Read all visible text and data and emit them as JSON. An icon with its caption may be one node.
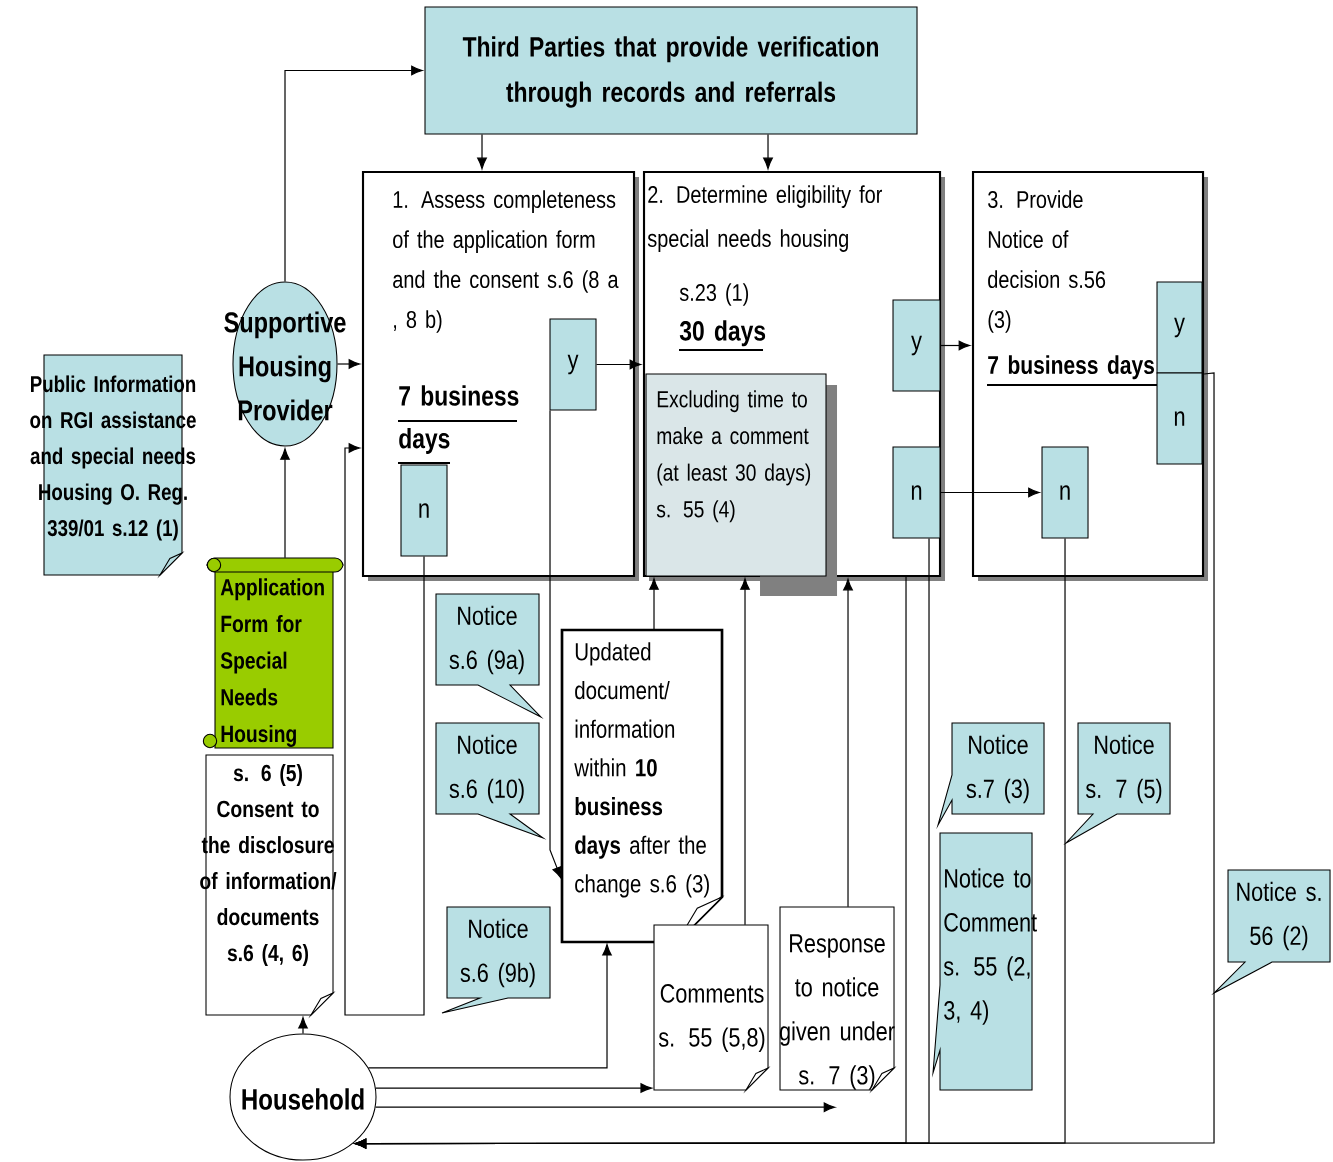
{
  "diagram": {
    "nodes": [
      {
        "text": [
          "Third Parties that provide verification through records and referrals"
        ]
      },
      {
        "text": [
          "1. Assess completeness of the application form and the consent s.6 (8 a , 8 b)",
          "7 business days"
        ]
      },
      {
        "text": [
          "y"
        ],
        "in": 1
      },
      {
        "text": [
          "n"
        ],
        "in": 1
      },
      {
        "text": [
          "2. Determine eligibility for special needs housing",
          "s.23 (1)",
          "30 days"
        ]
      },
      {
        "text": [
          "y"
        ],
        "in": 4
      },
      {
        "text": [
          "n"
        ],
        "in": 4
      },
      {
        "text": [
          "Excluding time to make a comment (at least 30 days) s. 55 (4)"
        ],
        "in": 4
      },
      {
        "text": [
          "3. Provide Notice of decision s.56 (3)",
          "7 business days"
        ]
      },
      {
        "text": [
          "y"
        ],
        "in": 8
      },
      {
        "text": [
          "n"
        ],
        "in": 8
      },
      {
        "text": [
          "n"
        ],
        "in": 8
      },
      {
        "text": [
          "Supportive Housing Provider"
        ]
      },
      {
        "text": [
          "Public Information on RGI assistance and special needs Housing O. Reg. 339/01 s.12 (1)"
        ]
      },
      {
        "text": [
          "Application Form for Special Needs Housing"
        ]
      },
      {
        "text": [
          "s. 6 (5) Consent to the disclosure of information/ documents s.6 (4, 6)"
        ]
      },
      {
        "text": [
          "Notice s.6 (9a)"
        ]
      },
      {
        "text": [
          "Notice s.6 (10)"
        ]
      },
      {
        "text": [
          "Updated document/ information within **10 business days** after the change s.6 (3)"
        ]
      },
      {
        "text": [
          "Notice s.6 (9b)"
        ]
      },
      {
        "text": [
          "Comments s. 55 (5,8)"
        ]
      },
      {
        "text": [
          "Response to notice given under s. 7 (3)"
        ]
      },
      {
        "text": [
          "Notice s.7 (3)"
        ]
      },
      {
        "text": [
          "Notice s. 7 (5)"
        ]
      },
      {
        "text": [
          "Notice to Comment s. 55 (2, 3, 4)"
        ]
      },
      {
        "text": [
          "Notice s. 56 (2)"
        ]
      },
      {
        "text": [
          "Household"
        ]
      }
    ],
    "edges": [
      {
        "from": 12,
        "to": 0,
        "arrow": "to"
      },
      {
        "from": 0,
        "to": 1,
        "arrow": "to"
      },
      {
        "from": 0,
        "to": 4,
        "arrow": "to"
      },
      {
        "from": 12,
        "to": 1,
        "arrow": "to"
      },
      {
        "from": 14,
        "to": 12,
        "arrow": "to"
      },
      {
        "from": 26,
        "to": 15,
        "arrow": "to"
      },
      {
        "from": 3,
        "to": 1,
        "arrow": "to"
      },
      {
        "from": 2,
        "to": 18,
        "arrow": "to"
      },
      {
        "from": 2,
        "to": 4,
        "arrow": "to"
      },
      {
        "from": 18,
        "to": 7,
        "arrow": "to"
      },
      {
        "from": 26,
        "to": 18,
        "arrow": "to"
      },
      {
        "from": 26,
        "to": 20,
        "arrow": "to"
      },
      {
        "from": 20,
        "to": 7,
        "arrow": "to"
      },
      {
        "from": 26,
        "to": 21,
        "arrow": "to"
      },
      {
        "from": 21,
        "to": 4,
        "arrow": "to"
      },
      {
        "from": 5,
        "to": 8,
        "arrow": "to"
      },
      {
        "from": 6,
        "to": 11,
        "arrow": "to"
      },
      {
        "from": 4,
        "to": 26,
        "arrow": "to"
      },
      {
        "from": 6,
        "to": 26,
        "arrow": "to"
      },
      {
        "from": 11,
        "to": 26,
        "arrow": "to"
      },
      {
        "from": 8,
        "to": 26,
        "arrow": "to"
      }
    ]
  }
}
